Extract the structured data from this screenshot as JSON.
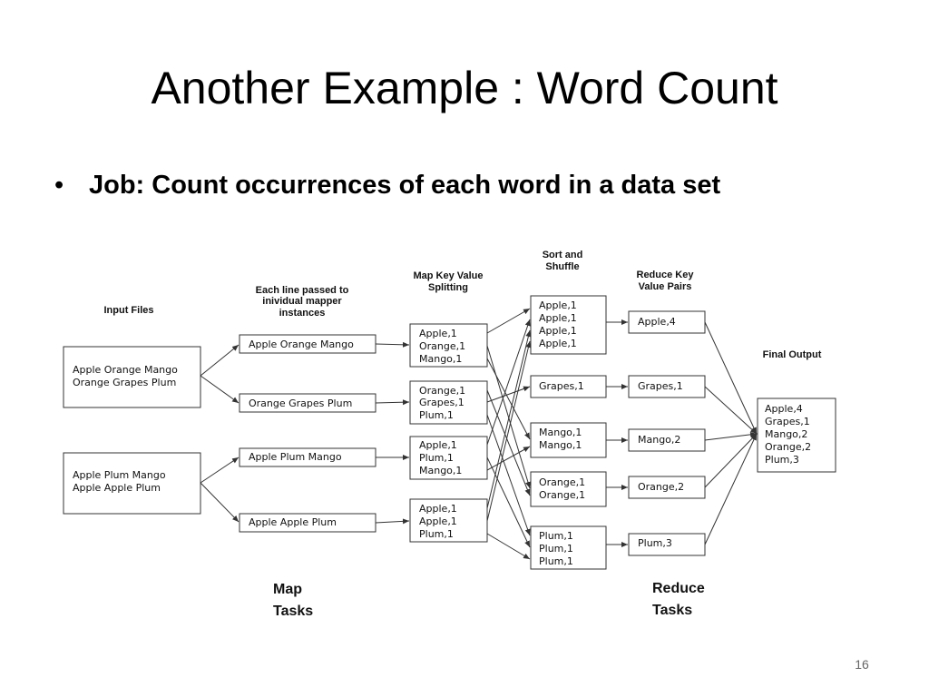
{
  "slide": {
    "title": "Another Example : Word Count",
    "bullet_symbol": "•",
    "bullet": "Job: Count occurrences of each word in a data set",
    "page_number": "16"
  },
  "diagram": {
    "headers": {
      "input_files": "Input Files",
      "each_line": [
        "Each line passed to",
        "inividual mapper",
        "instances"
      ],
      "map_kv": [
        "Map Key Value",
        "Splitting"
      ],
      "sort_shuffle": [
        "Sort and",
        "Shuffle"
      ],
      "reduce_kv": [
        "Reduce Key",
        "Value Pairs"
      ],
      "final_output": "Final Output"
    },
    "input_files": [
      [
        "Apple Orange Mango",
        "Orange Grapes Plum"
      ],
      [
        "Apple Plum Mango",
        "Apple Apple Plum"
      ]
    ],
    "lines": [
      "Apple Orange Mango",
      "Orange Grapes Plum",
      "Apple Plum Mango",
      "Apple Apple Plum"
    ],
    "map_outputs": [
      [
        "Apple,1",
        "Orange,1",
        "Mango,1"
      ],
      [
        "Orange,1",
        "Grapes,1",
        "Plum,1"
      ],
      [
        "Apple,1",
        "Plum,1",
        "Mango,1"
      ],
      [
        "Apple,1",
        "Apple,1",
        "Plum,1"
      ]
    ],
    "shuffle_groups": [
      [
        "Apple,1",
        "Apple,1",
        "Apple,1",
        "Apple,1"
      ],
      [
        "Grapes,1"
      ],
      [
        "Mango,1",
        "Mango,1"
      ],
      [
        "Orange,1",
        "Orange,1"
      ],
      [
        "Plum,1",
        "Plum,1",
        "Plum,1"
      ]
    ],
    "reduce_outputs": [
      "Apple,4",
      "Grapes,1",
      "Mango,2",
      "Orange,2",
      "Plum,3"
    ],
    "final_output": [
      "Apple,4",
      "Grapes,1",
      "Mango,2",
      "Orange,2",
      "Plum,3"
    ],
    "map_tasks_label": [
      "Map",
      "Tasks"
    ],
    "reduce_tasks_label": [
      "Reduce",
      "Tasks"
    ]
  }
}
